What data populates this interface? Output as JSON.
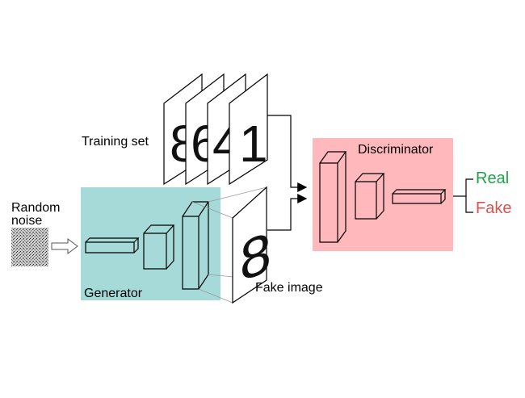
{
  "labels": {
    "random_noise_line1": "Random",
    "random_noise_line2": "noise",
    "training_set": "Training set",
    "generator": "Generator",
    "fake_image": "Fake image",
    "discriminator": "Discriminator",
    "real": "Real",
    "fake": "Fake"
  },
  "colors": {
    "generator_panel": "#a6dad9",
    "discriminator_panel": "#ffb9bc",
    "real_text": "#1fa34a",
    "fake_text": "#d9534f",
    "stroke": "#000000"
  },
  "training_set_digits": [
    "8",
    "6",
    "4",
    "1"
  ],
  "fake_image_digit": "8"
}
